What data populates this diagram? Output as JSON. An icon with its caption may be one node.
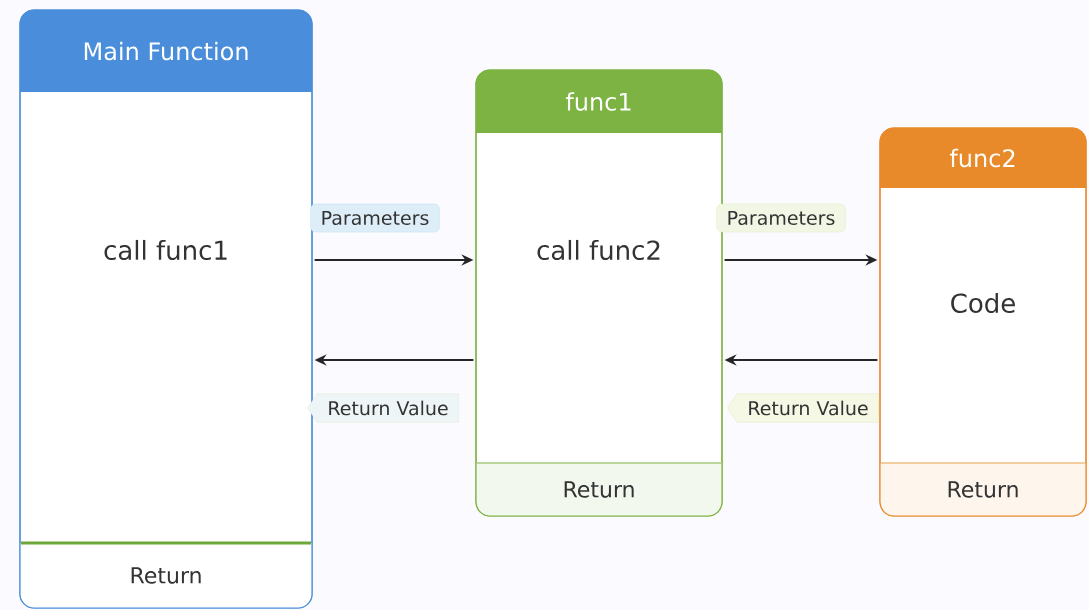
{
  "diagram": {
    "nodes": [
      {
        "text": [
          "Main Function",
          "call func1",
          "Return"
        ]
      },
      {
        "text": [
          "func1",
          "call func2",
          "Return"
        ]
      },
      {
        "text": [
          "func2",
          "Code",
          "Return"
        ]
      }
    ],
    "edges": [
      {
        "from": 0,
        "to": 1,
        "arrow": "to",
        "label": "Parameters"
      },
      {
        "from": 1,
        "to": 0,
        "arrow": "to",
        "label": "Return Value"
      },
      {
        "from": 1,
        "to": 2,
        "arrow": "to",
        "label": "Parameters"
      },
      {
        "from": 2,
        "to": 1,
        "arrow": "to",
        "label": "Return Value"
      }
    ]
  }
}
